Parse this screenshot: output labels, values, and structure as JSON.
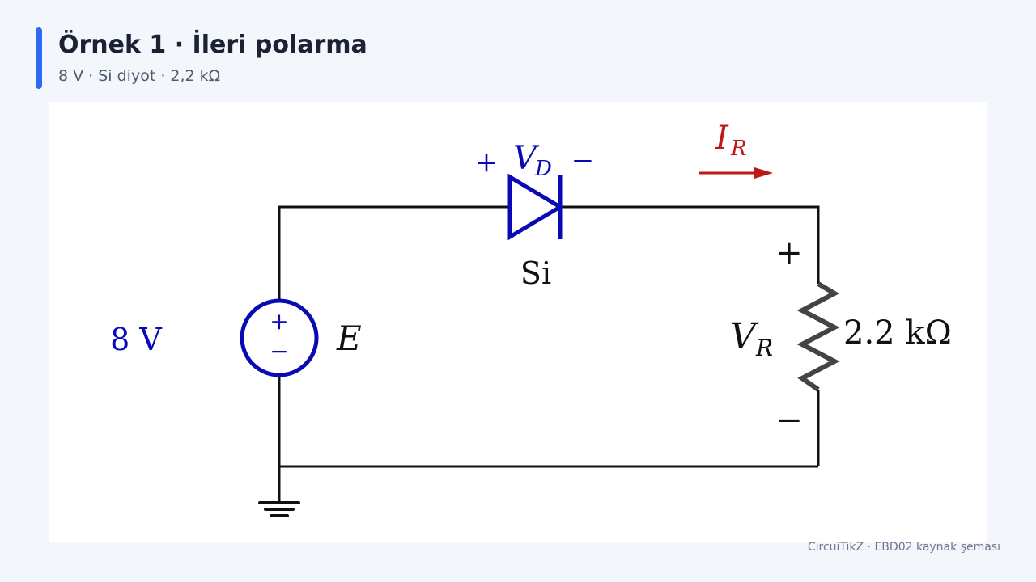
{
  "header": {
    "title": "Örnek 1 · İleri polarma",
    "subtitle": "8 V · Si diyot · 2,2 kΩ"
  },
  "circuit": {
    "source_value": "8 V",
    "source_name": "E",
    "source_plus": "+",
    "source_minus": "−",
    "diode_plus": "+",
    "diode_voltage_main": "V",
    "diode_voltage_sub": "D",
    "diode_minus": "−",
    "diode_material": "Si",
    "current_main": "I",
    "current_sub": "R",
    "resistor_plus": "+",
    "resistor_minus": "−",
    "resistor_voltage_main": "V",
    "resistor_voltage_sub": "R",
    "resistor_value": "2.2 kΩ"
  },
  "colors": {
    "accent": "#2f6bf2",
    "wire": "#111111",
    "component_blue": "#0a0ab4",
    "current_red": "#c01818",
    "resistor_gray": "#444444"
  },
  "footer": {
    "credit": "CircuiTikZ · EBD02 kaynak şeması"
  }
}
